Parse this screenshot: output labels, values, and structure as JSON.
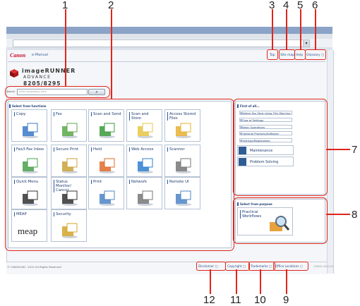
{
  "callouts": [
    "1",
    "2",
    "3",
    "4",
    "5",
    "6",
    "7",
    "8",
    "9",
    "10",
    "11",
    "12"
  ],
  "header": {
    "brand": "Canon",
    "manual": "e-Manual",
    "links": [
      "Top",
      "Site map",
      "Help",
      "Glossary"
    ]
  },
  "product": {
    "line1": "imageRUNNER",
    "line2": "ADVANCE",
    "line3": "8205/8295"
  },
  "search": {
    "label": "Search",
    "placeholder": "Enter keyword(s) here"
  },
  "functions": {
    "header": "Select from functions",
    "tiles": [
      {
        "label": "Copy",
        "icon": "copy-icon"
      },
      {
        "label": "Fax",
        "icon": "fax-icon"
      },
      {
        "label": "Scan and Send",
        "icon": "scan-send-icon"
      },
      {
        "label": "Scan and Store",
        "icon": "scan-store-icon"
      },
      {
        "label": "Access Stored Files",
        "icon": "stored-files-icon"
      },
      {
        "label": "Fax/I-Fax Inbox",
        "icon": "fax-inbox-icon"
      },
      {
        "label": "Secure Print",
        "icon": "secure-print-icon"
      },
      {
        "label": "Hold",
        "icon": "hold-icon"
      },
      {
        "label": "Web Access",
        "icon": "web-access-icon"
      },
      {
        "label": "Scanner",
        "icon": "scanner-icon"
      },
      {
        "label": "Quick Menu",
        "icon": "quick-menu-icon"
      },
      {
        "label": "Status Monitor/ Cancel",
        "icon": "status-monitor-icon"
      },
      {
        "label": "Print",
        "icon": "print-icon"
      },
      {
        "label": "Network",
        "icon": "network-icon"
      },
      {
        "label": "Remote UI",
        "icon": "remote-ui-icon"
      },
      {
        "label": "MEAP",
        "icon": "meap-icon",
        "logo": "meap"
      },
      {
        "label": "Security",
        "icon": "padlock-icon"
      }
    ]
  },
  "first_of_all": {
    "header": "First of all...",
    "items": [
      "Before You Start Using This Machine",
      "Flow of Settings",
      "Basic Operations",
      "Optional Products/Software",
      "Settings/Registration"
    ],
    "buttons": [
      {
        "label": "Maintenance",
        "icon": "maintenance-icon"
      },
      {
        "label": "Problem Solving",
        "icon": "problem-solving-icon"
      }
    ]
  },
  "purpose": {
    "header": "Select from purpose",
    "tile": "Practical Workflows"
  },
  "footer": {
    "copyright": "© CANON INC. 2012 All Rights Reserved",
    "links": [
      "Disclaimer",
      "Copyright",
      "Trademarks",
      "Office Locations"
    ],
    "doc_id": "USRMA-0000-00"
  },
  "colors": {
    "callout_red": "#e0251b",
    "canon_red": "#c8102e",
    "link_blue": "#2c4f8a"
  }
}
